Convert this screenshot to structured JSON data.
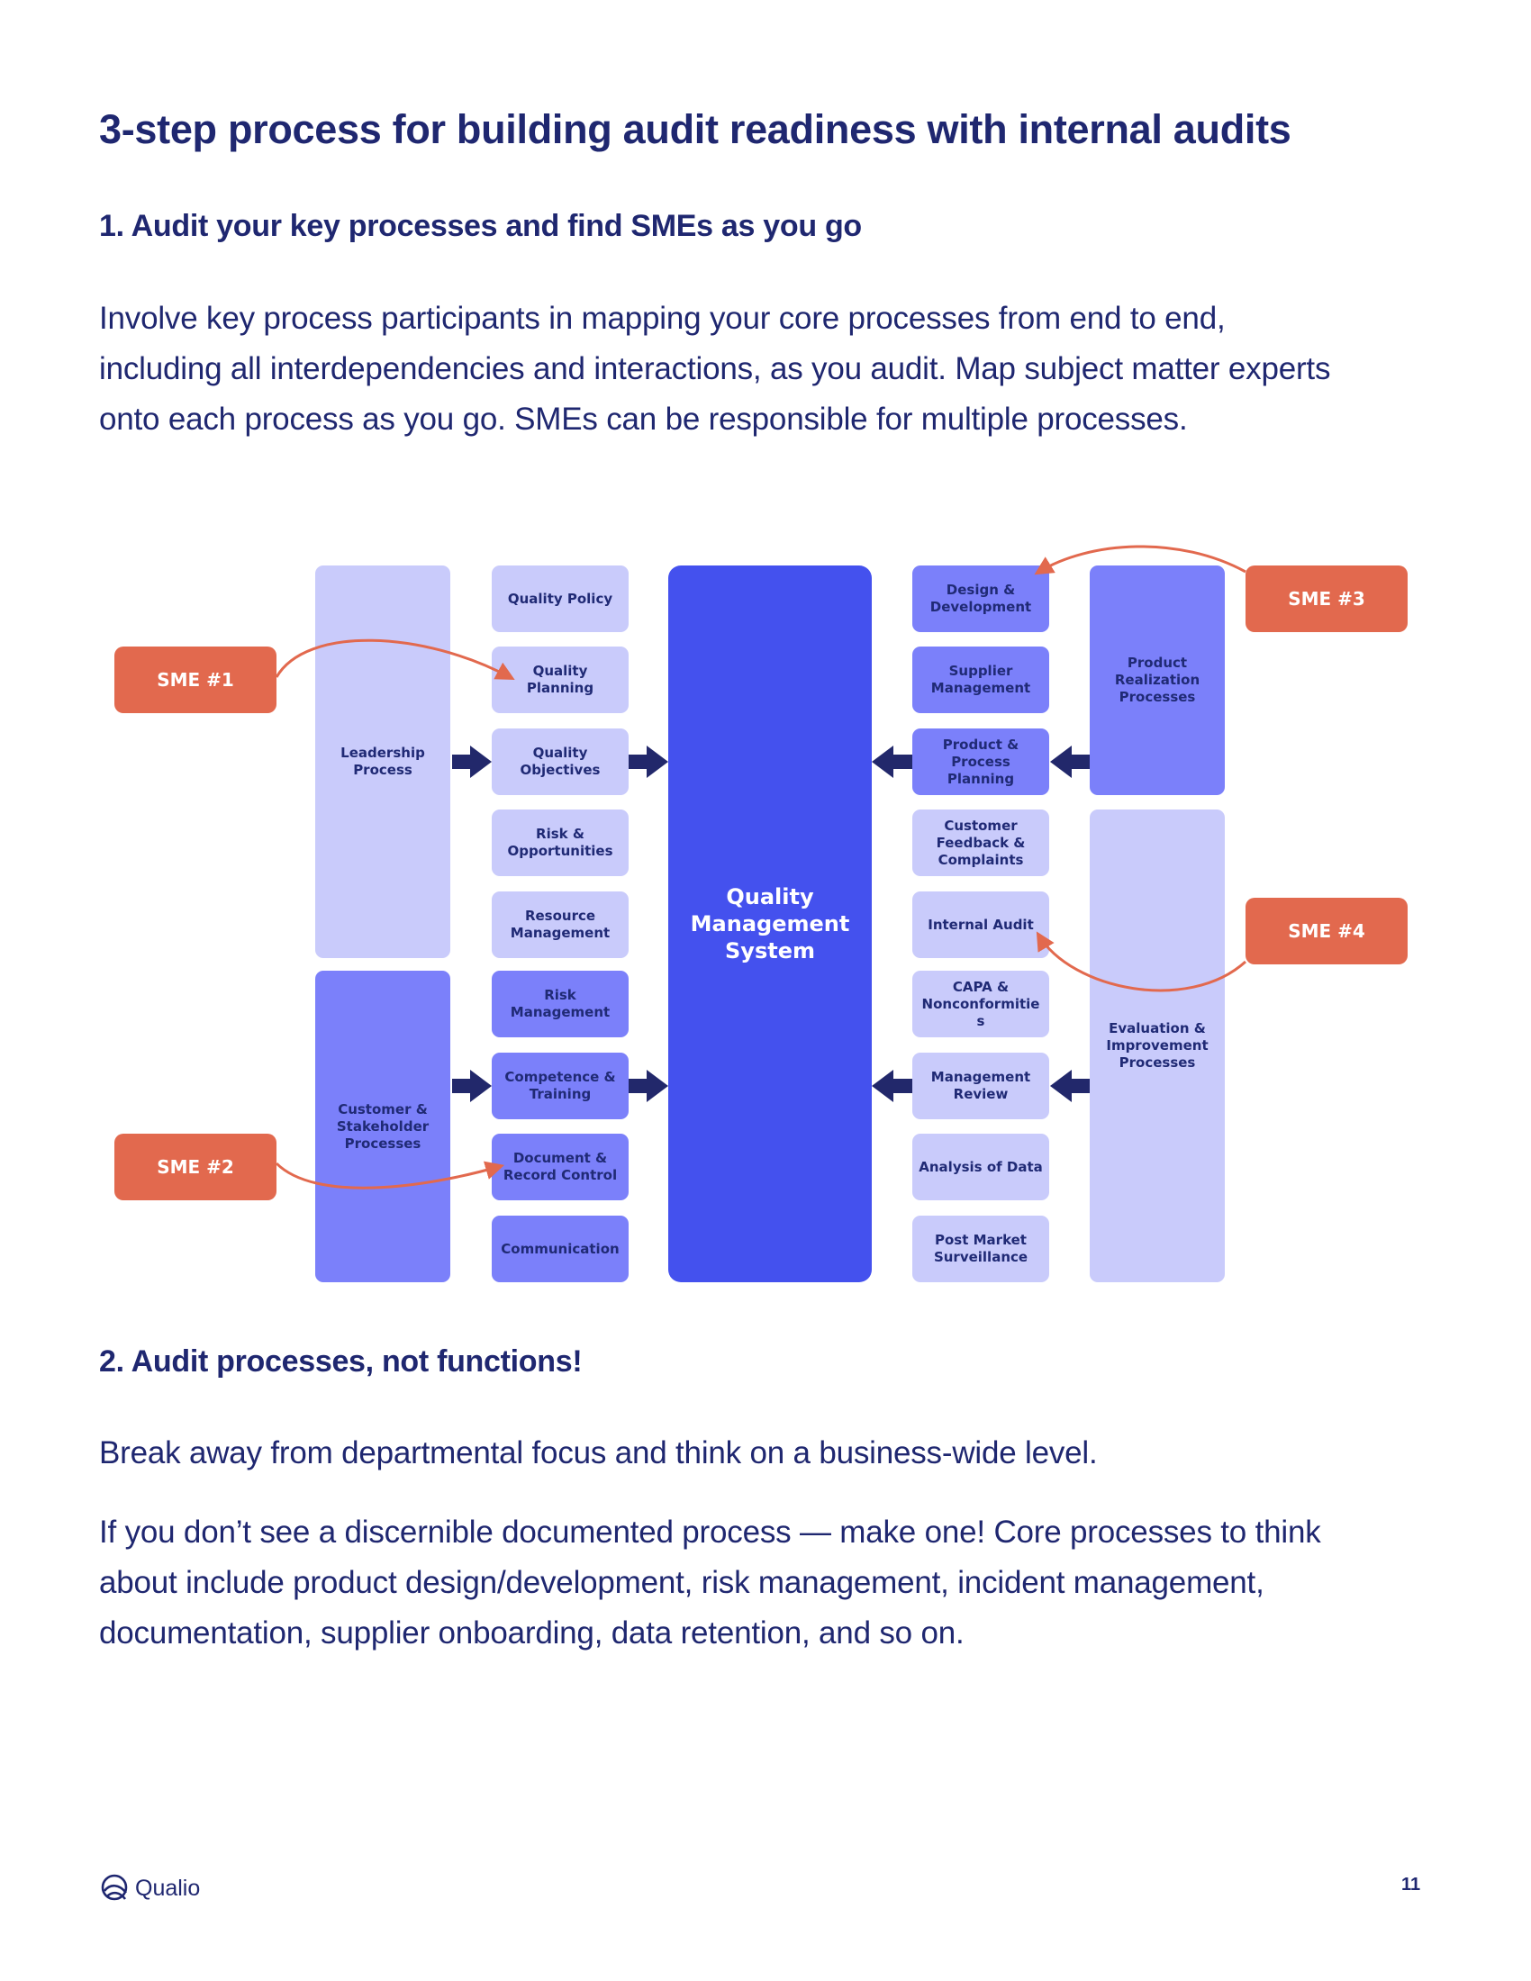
{
  "title": "3-step process for building audit readiness with internal audits",
  "step1": {
    "heading": "1. Audit your key processes and find SMEs as you go",
    "body": "Involve key process participants in mapping your core processes from end to end, including all interdependencies and interactions, as you audit. Map subject matter experts onto each process as you go. SMEs can be responsible for multiple processes."
  },
  "diagram": {
    "center": "Quality Management System",
    "left_groups": [
      "Leadership Process",
      "Customer & Stakeholder Processes"
    ],
    "left_items": [
      "Quality Policy",
      "Quality Planning",
      "Quality Objectives",
      "Risk & Opportunities",
      "Resource Management",
      "Risk Management",
      "Competence & Training",
      "Document & Record Control",
      "Communication"
    ],
    "right_items": [
      "Design & Development",
      "Supplier Management",
      "Product & Process Planning",
      "Customer Feedback & Complaints",
      "Internal Audit",
      "CAPA & Nonconformitie s",
      "Management Review",
      "Analysis of Data",
      "Post Market Surveillance"
    ],
    "right_groups": [
      "Product Realization Processes",
      "Evaluation & Improvement Processes"
    ],
    "smes": [
      "SME #1",
      "SME #2",
      "SME #3",
      "SME #4"
    ],
    "colors": {
      "light": "#c9cbfb",
      "mid": "#7b80fa",
      "center": "#4451ee",
      "sme": "#e2694e",
      "arrow": "#22286b"
    }
  },
  "step2": {
    "heading": "2. Audit processes, not functions!",
    "body1": "Break away from departmental focus and think on a business-wide level.",
    "body2": "If you don’t see a discernible documented process — make one! Core processes to think about include product design/development, risk management, incident management, documentation, supplier onboarding, data retention, and so on."
  },
  "footer": {
    "brand": "Qualio",
    "page": "11",
    "logo_icon": "qualio-logo-icon"
  }
}
